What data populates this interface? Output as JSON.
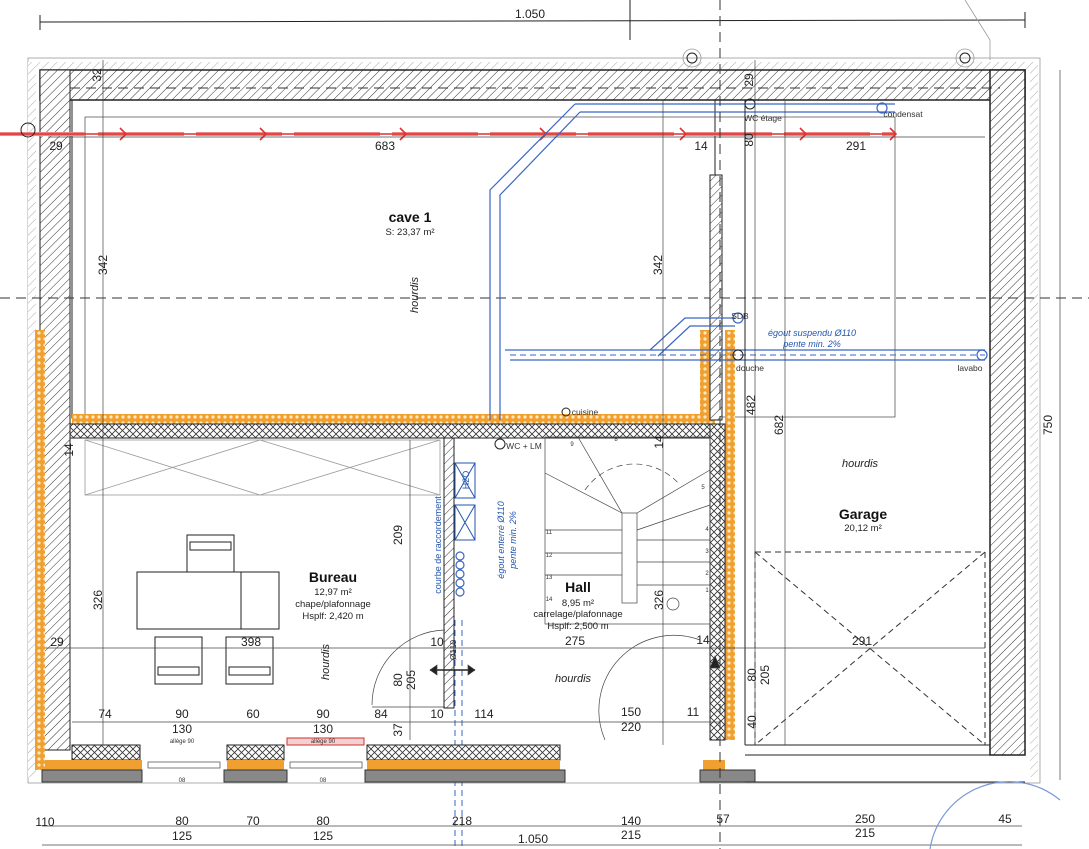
{
  "plan": {
    "overall_width": "1.050",
    "overall_width_bottom": "1.050",
    "overall_depth": "750",
    "colors": {
      "insulation": "#f0a030",
      "pipe": "#3a66c4",
      "ventilation": "#e03030",
      "wall": "#222222"
    }
  },
  "rooms": {
    "cave": {
      "name": "cave 1",
      "area": "S: 23,37 m²",
      "slab": "hourdis"
    },
    "bureau": {
      "name": "Bureau",
      "area": "12,97 m²",
      "finish": "chape/plafonnage",
      "height": "Hsplf: 2,420 m",
      "slab": "hourdis"
    },
    "hall": {
      "name": "Hall",
      "area": "8,95 m²",
      "finish": "carrelage/plafonnage",
      "height": "Hsplf: 2,500 m",
      "slab": "hourdis"
    },
    "garage": {
      "name": "Garage",
      "area": "20,12 m²",
      "slab": "hourdis"
    }
  },
  "plumbing": {
    "suspended_sewer": "égout suspendu Ø110",
    "suspended_slope": "pente min. 2%",
    "buried_sewer": "égout enterré Ø110",
    "buried_slope": "pente min. 2%",
    "connection_bend": "courbe de raccordement",
    "pipe_dia": "Ø110",
    "water": "H2O",
    "points": {
      "wc_etage": "WC étage",
      "condensat": "condensat",
      "sdb": "SDB",
      "douche": "douche",
      "lavabo": "lavabo",
      "cuisine": "cuisine",
      "wc_lm": "WC + LM"
    }
  },
  "dims": {
    "row1": [
      "29",
      "683",
      "14",
      "291"
    ],
    "top_small": [
      "32",
      "29",
      "80"
    ],
    "vert": [
      "342",
      "342",
      "482",
      "682",
      "209",
      "326",
      "326",
      "14",
      "14"
    ],
    "row2": [
      "29",
      "398",
      "10",
      "275",
      "14",
      "291"
    ],
    "door": [
      "80",
      "205",
      "80",
      "205",
      "40",
      "37"
    ],
    "row3": [
      "74",
      "90",
      "60",
      "90",
      "84",
      "10",
      "114",
      "150",
      "11"
    ],
    "row3b": [
      "130",
      "130",
      "220"
    ],
    "sill": [
      "allège 90",
      "allège 90"
    ],
    "win": [
      "08",
      "08"
    ],
    "bottom1": [
      "110",
      "80",
      "70",
      "80",
      "218",
      "140",
      "57",
      "250",
      "45"
    ],
    "bottom2": [
      "125",
      "125",
      "215",
      "215"
    ]
  },
  "stairs": {
    "steps": [
      "1",
      "2",
      "3",
      "4",
      "5",
      "8",
      "9",
      "11",
      "12",
      "13",
      "14"
    ]
  }
}
